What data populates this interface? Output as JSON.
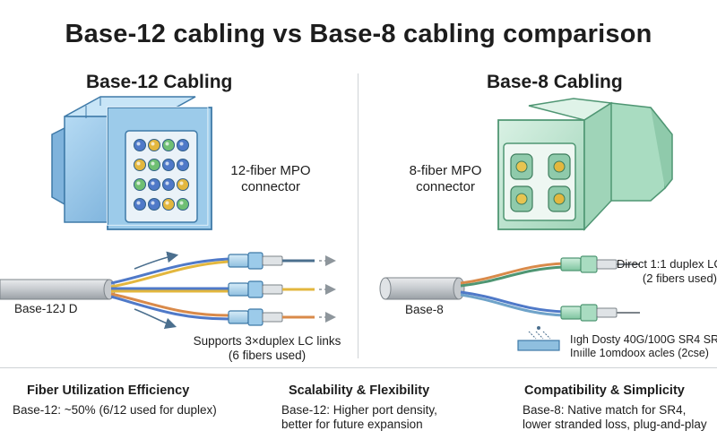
{
  "title": "Base-12 cabling vs Base-8 cabling comparison",
  "left_panel": {
    "title": "Base-12 Cabling",
    "connector_label": "12-fiber MPO\nconnector",
    "cable_label": "Base-12J D",
    "links_label": "Supports 3×duplex LC links",
    "links_sub": "(6 fibers used)",
    "colors": {
      "housing": "#8fc2e6",
      "housing_dark": "#4f8fbe",
      "fiber_a": "#4f79c8",
      "fiber_b": "#e3b73e",
      "fiber_c": "#d98a4a"
    }
  },
  "right_panel": {
    "title": "Base-8 Cabling",
    "connector_label": "8-fiber MPO\nconnector",
    "cable_label": "Base-8",
    "link_label": "Direct 1:1 duplex LC",
    "link_sub": "(2 fibers used)",
    "legend_line1": "Iıgh Dosty 40G/100G SR4 SR",
    "legend_line2": "Inıille 1omdoox acles (2cse)",
    "colors": {
      "housing": "#b9e2cd",
      "housing_dark": "#5aa07f",
      "fiber_a": "#d98a4a",
      "fiber_b": "#4f79c8"
    }
  },
  "footer": [
    {
      "title": "Fiber Utilization Efficiency",
      "text": "Base-12: ~50% (6/12 used for duplex)"
    },
    {
      "title": "Scalability & Flexibility",
      "text": "Base-12: Higher port density,\nbetter for future expansion"
    },
    {
      "title": "Compatibility & Simplicity",
      "text": "Base-8: Native match for SR4,\nlower stranded loss, plug-and-play"
    }
  ]
}
